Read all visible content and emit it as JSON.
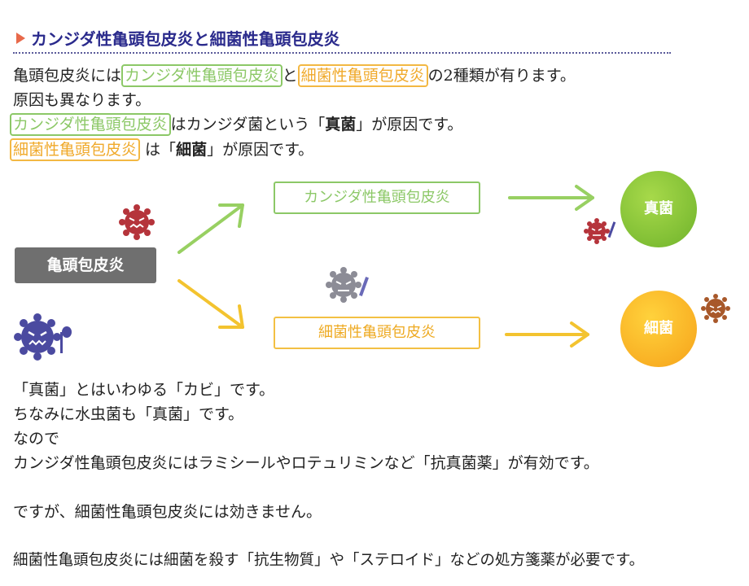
{
  "heading": {
    "title": "カンジダ性亀頭包皮炎と細菌性亀頭包皮炎"
  },
  "intro": {
    "line1_a": "亀頭包皮炎には",
    "candida": "カンジダ性亀頭包皮炎",
    "line1_b": "と",
    "bacterial": "細菌性亀頭包皮炎",
    "line1_c": "の2種類が有ります。",
    "line2": "原因も異なります。",
    "line3_a": "はカンジダ菌という「",
    "line3_bold": "真菌",
    "line3_b": "」が原因です。",
    "line4_a": " は「",
    "line4_bold": "細菌",
    "line4_b": "」が原因です。"
  },
  "diagram": {
    "main_label": "亀頭包皮炎",
    "candida_label": "カンジダ性亀頭包皮炎",
    "bacterial_label": "細菌性亀頭包皮炎",
    "fungus_label": "真菌",
    "bacteria_label": "細菌"
  },
  "body": {
    "p1": "「真菌」とはいわゆる「カビ」です。",
    "p2": "ちなみに水虫菌も「真菌」です。",
    "p3": "なので",
    "p4": "カンジダ性亀頭包皮炎にはラミシールやロテュリミンなど「抗真菌薬」が有効です。",
    "p5": "ですが、細菌性亀頭包皮炎には効きません。",
    "p6": "細菌性亀頭包皮炎には細菌を殺す「抗生物質」や「ステロイド」などの処方箋薬が必要です。"
  },
  "colors": {
    "green": "#8cc867",
    "orange": "#f3b843",
    "heading": "#2a2a8c",
    "marker": "#e8694a"
  }
}
